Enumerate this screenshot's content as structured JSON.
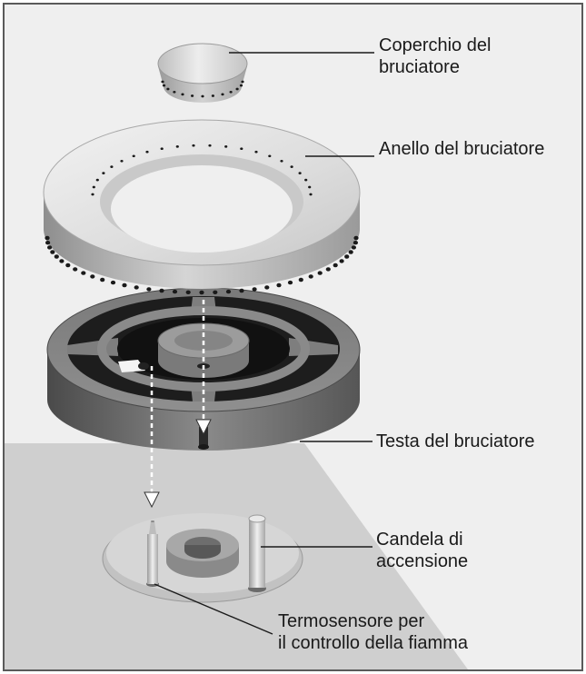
{
  "labels": {
    "burner_cap": [
      "Coperchio del",
      "bruciatore"
    ],
    "burner_ring": [
      "Anello del bruciatore"
    ],
    "burner_head": [
      "Testa del bruciatore"
    ],
    "ignition_plug": [
      "Candela di",
      "accensione"
    ],
    "thermosensor": [
      "Termosensore per",
      "il controllo della fiamma"
    ]
  },
  "colors": {
    "frame": "#5a5a5a",
    "background": "#efefef",
    "cooktop": "#cfcfcf",
    "metal_light": "#dcdcdc",
    "metal_dark": "#5f5f5f",
    "label_line": "#1a1a1a"
  }
}
